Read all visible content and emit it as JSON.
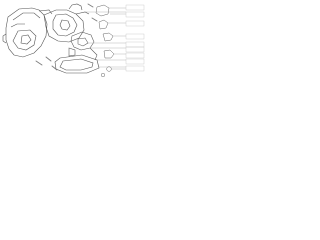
{
  "diagram": {
    "kind": "exploded-parts-view",
    "colors": {
      "background": "#ffffff",
      "line": "#555555",
      "light_line": "#999999",
      "bolt": "#7d7d7d"
    },
    "callouts": [],
    "icons": [
      "transmission-case",
      "extension-housing",
      "selector-bracket",
      "oil-pan",
      "bolt"
    ]
  }
}
